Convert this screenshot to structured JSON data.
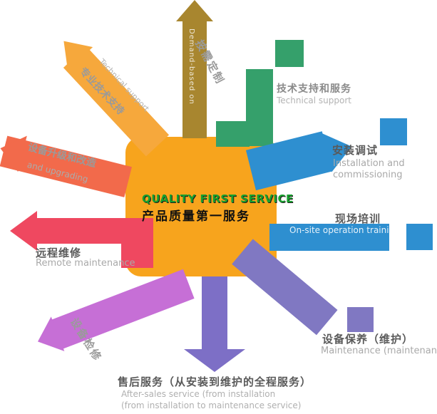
{
  "center": {
    "title_en": "QUALITY FIRST SERVICE",
    "title_zh": "产品质量第一服务"
  },
  "spokes": {
    "demand": {
      "zh": "按需定制",
      "en": "Demand-based on",
      "color": "#A8862F"
    },
    "tech_service": {
      "zh": "技术支持和服务",
      "en": "Technical support",
      "color": "#35A06B"
    },
    "install": {
      "zh": "安装调试",
      "en_line1": "Installation and",
      "en_line2": "commissioning",
      "color": "#2E8FD0"
    },
    "training": {
      "zh": "现场培训",
      "en": "On-site operation training",
      "color": "#2E8FD0"
    },
    "upkeep": {
      "zh": "设备保养（维护）",
      "en": "Maintenance (maintenance)",
      "color": "#8078C2"
    },
    "aftersales": {
      "zh": "售后服务（从安装到维护的全程服务）",
      "en_line1": "After-sales service (from installation",
      "en_line2": "(from installation to maintenance service)",
      "color": "#7D6FC6"
    },
    "overhaul": {
      "zh": "设备检修",
      "color": "#C66FD6"
    },
    "remote": {
      "zh": "远程维修",
      "en": "Remote maintenance",
      "color": "#EF4860"
    },
    "upgrade": {
      "zh": "设备升级和改造",
      "en": "and upgrading",
      "color": "#F26A4B"
    },
    "tech_support": {
      "zh": "专业技术支持",
      "en": "Technical support",
      "color": "#F6A83C"
    }
  }
}
